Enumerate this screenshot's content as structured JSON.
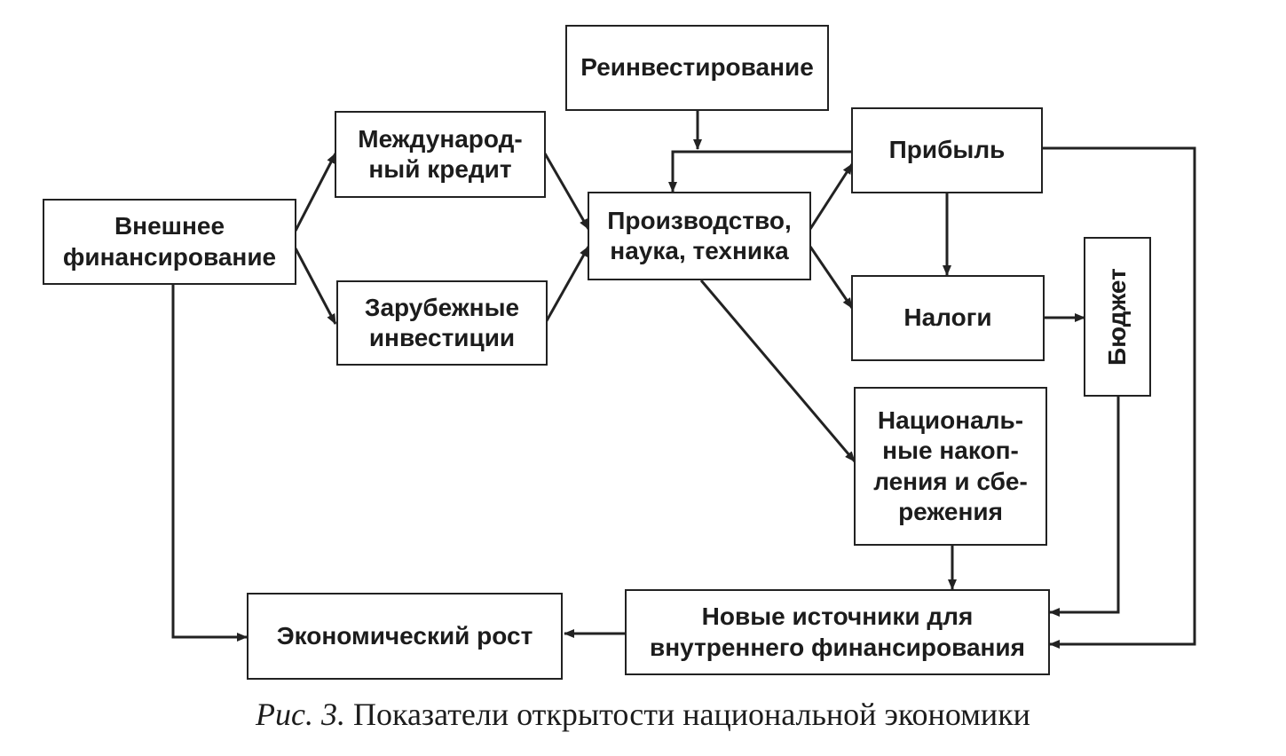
{
  "nodes": {
    "external_financing": "Внешнее\nфинансирование",
    "international_credit": "Международ-\nный кредит",
    "foreign_investment": "Зарубежные\nинвестиции",
    "reinvestment": "Реинвестирование",
    "production": "Производство,\nнаука, техника",
    "profit": "Прибыль",
    "taxes": "Налоги",
    "budget": "Бюджет",
    "national_savings": "Националь-\nные накоп-\nления и сбе-\nрежения",
    "new_sources": "Новые источники для\nвнутреннего финансирования",
    "economic_growth": "Экономический рост"
  },
  "caption": {
    "number": "Рис. 3.",
    "text": " Показатели открытости национальной экономики"
  },
  "edges": [
    [
      "external_financing",
      "international_credit"
    ],
    [
      "external_financing",
      "foreign_investment"
    ],
    [
      "external_financing",
      "economic_growth"
    ],
    [
      "international_credit",
      "production"
    ],
    [
      "foreign_investment",
      "production"
    ],
    [
      "reinvestment",
      "production"
    ],
    [
      "profit",
      "production"
    ],
    [
      "production",
      "profit"
    ],
    [
      "production",
      "taxes"
    ],
    [
      "production",
      "national_savings"
    ],
    [
      "profit",
      "taxes"
    ],
    [
      "profit",
      "new_sources"
    ],
    [
      "taxes",
      "budget"
    ],
    [
      "budget",
      "new_sources"
    ],
    [
      "national_savings",
      "new_sources"
    ],
    [
      "new_sources",
      "economic_growth"
    ]
  ]
}
